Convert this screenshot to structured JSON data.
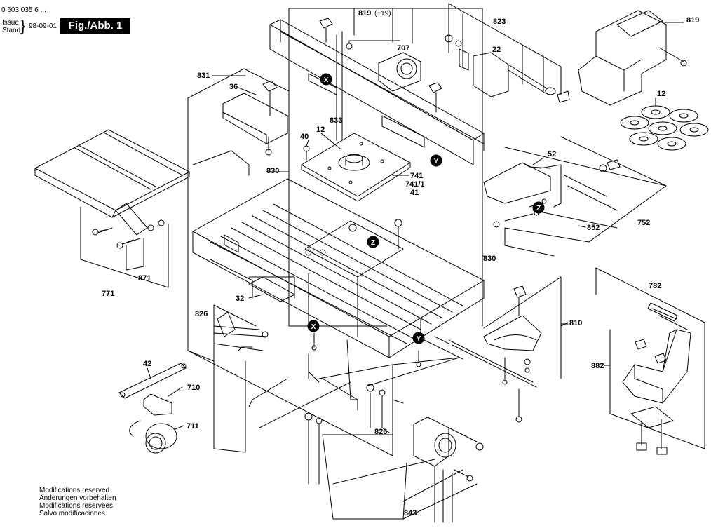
{
  "header": {
    "doc_number": "0 603 035 6 . .",
    "issue_label": "Issue",
    "stand_label": "Stand",
    "date": "98-09-01",
    "figure_label": "Fig./Abb. 1"
  },
  "footer": {
    "lines": [
      "Modifications reserved",
      "Änderungen vorbehalten",
      "Modifications reservées",
      "Salvo modificaciones"
    ]
  },
  "markers": {
    "x": "X",
    "y": "Y",
    "z": "Z"
  },
  "parts": {
    "p819_19": "819",
    "p819_19_suffix": "(+19)",
    "p823": "823",
    "p819": "819",
    "p707": "707",
    "p22": "22",
    "p831": "831",
    "p36": "36",
    "p833": "833",
    "p12a": "12",
    "p40": "40",
    "p12b": "12",
    "p830a": "830",
    "p741": "741",
    "p741_1": "741/1",
    "p41": "41",
    "p52": "52",
    "p852": "852",
    "p752": "752",
    "p830b": "830",
    "p771": "771",
    "p871": "871",
    "p32": "32",
    "p826a": "826",
    "p810": "810",
    "p782": "782",
    "p882": "882",
    "p42": "42",
    "p710": "710",
    "p711": "711",
    "p826b": "826",
    "p843": "843"
  }
}
